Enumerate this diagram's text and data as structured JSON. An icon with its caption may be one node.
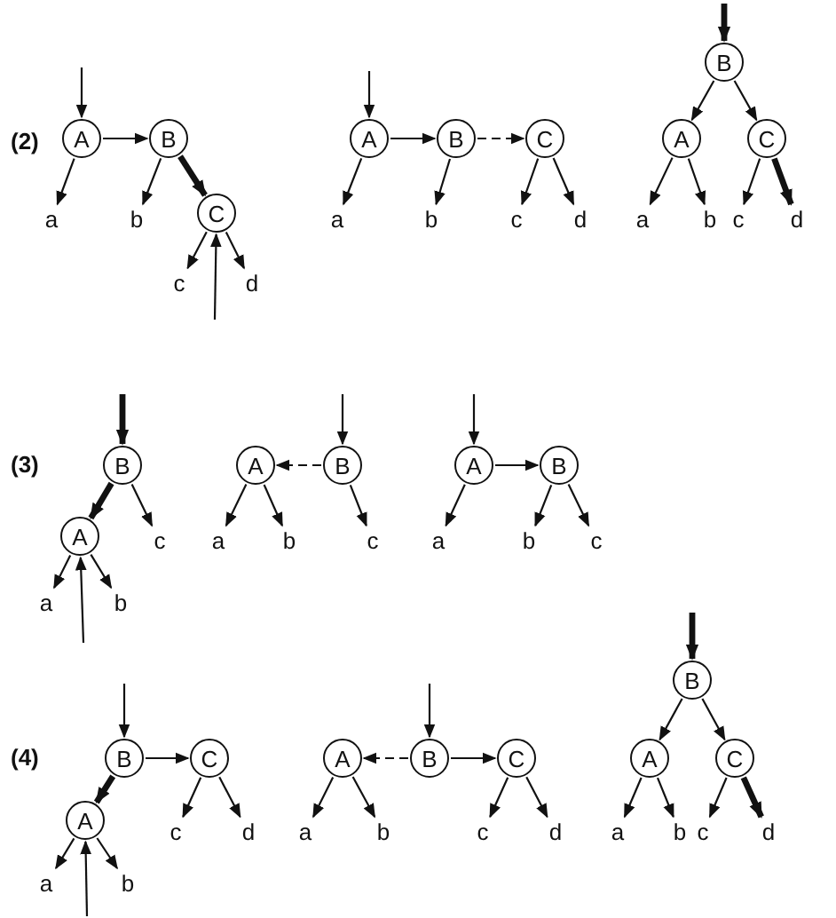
{
  "diagram": {
    "nodes": [
      {
        "text": [
          "A"
        ]
      },
      {
        "text": [
          "B"
        ]
      },
      {
        "text": [
          "C"
        ]
      },
      {
        "text": [
          "a"
        ]
      },
      {
        "text": [
          "b"
        ]
      },
      {
        "text": [
          "c"
        ]
      },
      {
        "text": [
          "d"
        ]
      },
      {
        "text": [
          "A"
        ]
      },
      {
        "text": [
          "B"
        ]
      },
      {
        "text": [
          "C"
        ]
      },
      {
        "text": [
          "a"
        ]
      },
      {
        "text": [
          "b"
        ]
      },
      {
        "text": [
          "c"
        ]
      },
      {
        "text": [
          "d"
        ]
      },
      {
        "text": [
          "B"
        ]
      },
      {
        "text": [
          "A"
        ]
      },
      {
        "text": [
          "C"
        ]
      },
      {
        "text": [
          "a"
        ]
      },
      {
        "text": [
          "b"
        ]
      },
      {
        "text": [
          "c"
        ]
      },
      {
        "text": [
          "d"
        ]
      },
      {
        "text": [
          "B"
        ]
      },
      {
        "text": [
          "A"
        ]
      },
      {
        "text": [
          "c"
        ]
      },
      {
        "text": [
          "a"
        ]
      },
      {
        "text": [
          "b"
        ]
      },
      {
        "text": [
          "A"
        ]
      },
      {
        "text": [
          "B"
        ]
      },
      {
        "text": [
          "a"
        ]
      },
      {
        "text": [
          "b"
        ]
      },
      {
        "text": [
          "c"
        ]
      },
      {
        "text": [
          "A"
        ]
      },
      {
        "text": [
          "B"
        ]
      },
      {
        "text": [
          "a"
        ]
      },
      {
        "text": [
          "b"
        ]
      },
      {
        "text": [
          "c"
        ]
      },
      {
        "text": [
          "B"
        ]
      },
      {
        "text": [
          "C"
        ]
      },
      {
        "text": [
          "A"
        ]
      },
      {
        "text": [
          "c"
        ]
      },
      {
        "text": [
          "d"
        ]
      },
      {
        "text": [
          "a"
        ]
      },
      {
        "text": [
          "b"
        ]
      },
      {
        "text": [
          "A"
        ]
      },
      {
        "text": [
          "B"
        ]
      },
      {
        "text": [
          "C"
        ]
      },
      {
        "text": [
          "a"
        ]
      },
      {
        "text": [
          "b"
        ]
      },
      {
        "text": [
          "c"
        ]
      },
      {
        "text": [
          "d"
        ]
      },
      {
        "text": [
          "B"
        ]
      },
      {
        "text": [
          "A"
        ]
      },
      {
        "text": [
          "C"
        ]
      },
      {
        "text": [
          "a"
        ]
      },
      {
        "text": [
          "b"
        ]
      },
      {
        "text": [
          "c"
        ]
      },
      {
        "text": [
          "d"
        ]
      }
    ],
    "edges": [
      {
        "from": null,
        "to": 0,
        "arrow": "to"
      },
      {
        "from": 0,
        "to": 1,
        "arrow": "to"
      },
      {
        "from": 0,
        "to": 3,
        "arrow": "to"
      },
      {
        "from": 1,
        "to": 4,
        "arrow": "to"
      },
      {
        "from": 1,
        "to": 2,
        "arrow": "to",
        "style": "thick"
      },
      {
        "from": 2,
        "to": 5,
        "arrow": "to"
      },
      {
        "from": 2,
        "to": 6,
        "arrow": "to"
      },
      {
        "from": null,
        "to": 2,
        "arrow": "to"
      },
      {
        "from": null,
        "to": 7,
        "arrow": "to"
      },
      {
        "from": 7,
        "to": 8,
        "arrow": "to"
      },
      {
        "from": 7,
        "to": 10,
        "arrow": "to"
      },
      {
        "from": 8,
        "to": 11,
        "arrow": "to"
      },
      {
        "from": 8,
        "to": 9,
        "arrow": "to",
        "style": "dashed"
      },
      {
        "from": 9,
        "to": 12,
        "arrow": "to"
      },
      {
        "from": 9,
        "to": 13,
        "arrow": "to"
      },
      {
        "from": null,
        "to": 14,
        "arrow": "to",
        "style": "thick"
      },
      {
        "from": 14,
        "to": 15,
        "arrow": "to"
      },
      {
        "from": 14,
        "to": 16,
        "arrow": "to"
      },
      {
        "from": 15,
        "to": 17,
        "arrow": "to"
      },
      {
        "from": 15,
        "to": 18,
        "arrow": "to"
      },
      {
        "from": 16,
        "to": 19,
        "arrow": "to"
      },
      {
        "from": 16,
        "to": 20,
        "arrow": "to",
        "style": "thick"
      },
      {
        "from": null,
        "to": 21,
        "arrow": "to",
        "style": "thick"
      },
      {
        "from": 21,
        "to": 22,
        "arrow": "to",
        "style": "thick"
      },
      {
        "from": 21,
        "to": 23,
        "arrow": "to"
      },
      {
        "from": 22,
        "to": 24,
        "arrow": "to"
      },
      {
        "from": 22,
        "to": 25,
        "arrow": "to"
      },
      {
        "from": null,
        "to": 22,
        "arrow": "to"
      },
      {
        "from": null,
        "to": 27,
        "arrow": "to"
      },
      {
        "from": 27,
        "to": 26,
        "arrow": "to",
        "style": "dashed"
      },
      {
        "from": 26,
        "to": 28,
        "arrow": "to"
      },
      {
        "from": 26,
        "to": 29,
        "arrow": "to"
      },
      {
        "from": 27,
        "to": 30,
        "arrow": "to"
      },
      {
        "from": null,
        "to": 31,
        "arrow": "to"
      },
      {
        "from": 31,
        "to": 32,
        "arrow": "to"
      },
      {
        "from": 31,
        "to": 33,
        "arrow": "to"
      },
      {
        "from": 32,
        "to": 34,
        "arrow": "to"
      },
      {
        "from": 32,
        "to": 35,
        "arrow": "to"
      },
      {
        "from": null,
        "to": 36,
        "arrow": "to"
      },
      {
        "from": 36,
        "to": 37,
        "arrow": "to"
      },
      {
        "from": 36,
        "to": 38,
        "arrow": "to",
        "style": "thick"
      },
      {
        "from": 37,
        "to": 39,
        "arrow": "to"
      },
      {
        "from": 37,
        "to": 40,
        "arrow": "to"
      },
      {
        "from": 38,
        "to": 41,
        "arrow": "to"
      },
      {
        "from": 38,
        "to": 42,
        "arrow": "to"
      },
      {
        "from": null,
        "to": 38,
        "arrow": "to"
      },
      {
        "from": null,
        "to": 44,
        "arrow": "to"
      },
      {
        "from": 44,
        "to": 43,
        "arrow": "to",
        "style": "dashed"
      },
      {
        "from": 44,
        "to": 45,
        "arrow": "to"
      },
      {
        "from": 43,
        "to": 46,
        "arrow": "to"
      },
      {
        "from": 43,
        "to": 47,
        "arrow": "to"
      },
      {
        "from": 45,
        "to": 48,
        "arrow": "to"
      },
      {
        "from": 45,
        "to": 49,
        "arrow": "to"
      },
      {
        "from": null,
        "to": 50,
        "arrow": "to",
        "style": "thick"
      },
      {
        "from": 50,
        "to": 51,
        "arrow": "to"
      },
      {
        "from": 50,
        "to": 52,
        "arrow": "to"
      },
      {
        "from": 51,
        "to": 53,
        "arrow": "to"
      },
      {
        "from": 51,
        "to": 54,
        "arrow": "to"
      },
      {
        "from": 52,
        "to": 55,
        "arrow": "to"
      },
      {
        "from": 52,
        "to": 56,
        "arrow": "to",
        "style": "thick"
      }
    ],
    "labels": [
      "(2)",
      "(3)",
      "(4)"
    ]
  }
}
